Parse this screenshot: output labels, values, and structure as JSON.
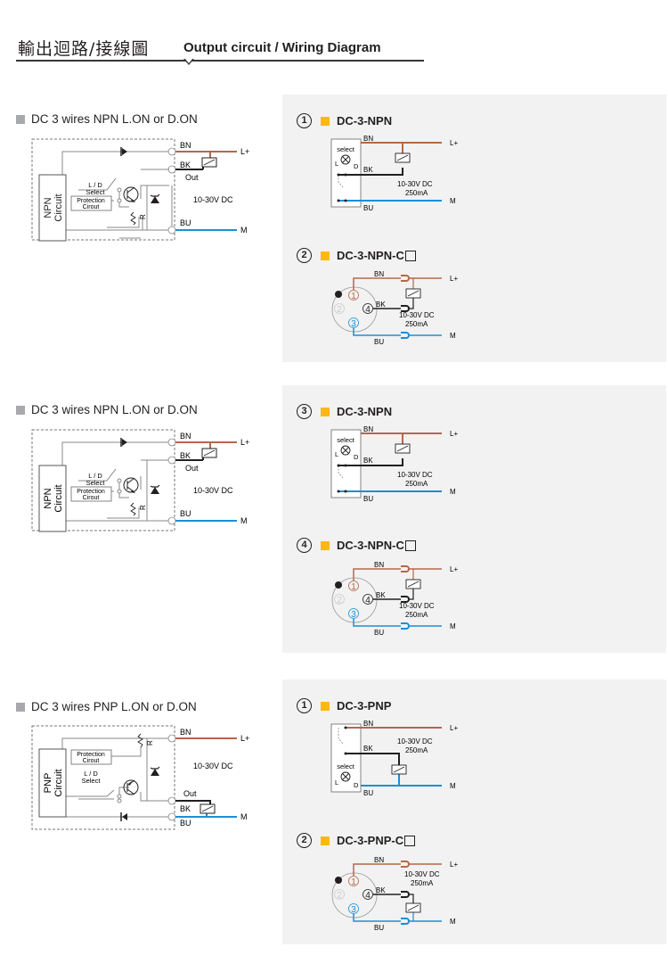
{
  "header": {
    "title_zh": "輸出迴路/接線圖",
    "title_en": "Output circuit / Wiring Diagram"
  },
  "colors": {
    "brown_wire": "#b4684a",
    "black_wire": "#231f20",
    "blue_wire": "#1b8fd6",
    "panel_bg": "#f2f2f2",
    "accent_square": "#fbb914",
    "section_square": "#a7a9ac"
  },
  "sections": [
    {
      "title": "DC 3 wires NPN L.ON or D.ON",
      "circuit": {
        "block_label_1": "NPN",
        "block_label_2": "Circuit",
        "select_label_1": "L / D",
        "select_label_2": "Select",
        "protection_1": "Protection",
        "protection_2": "Cirout",
        "resistor": "R",
        "bn": "BN",
        "bk": "BK",
        "out": "Out",
        "bu": "BU",
        "lplus": "L+",
        "m": "M",
        "voltage": "10-30V DC"
      },
      "items": [
        {
          "num": "1",
          "model": "DC-3-NPN",
          "connector": false,
          "labels": {
            "bn": "BN",
            "bk": "BK",
            "bu": "BU",
            "lplus": "L+",
            "m": "M",
            "select": "select",
            "l": "L",
            "d": "D",
            "voltage": "10-30V DC",
            "current": "250mA"
          }
        },
        {
          "num": "2",
          "model": "DC-3-NPN-C",
          "connector": true,
          "labels": {
            "bn": "BN",
            "bk": "BK",
            "bu": "BU",
            "lplus": "L+",
            "m": "M",
            "pin1": "1",
            "pin2": "2",
            "pin3": "3",
            "pin4": "4",
            "voltage": "10-30V DC",
            "current": "250mA"
          }
        }
      ]
    },
    {
      "title": "DC 3 wires NPN L.ON or D.ON",
      "circuit": {
        "block_label_1": "NPN",
        "block_label_2": "Circuit",
        "select_label_1": "L / D",
        "select_label_2": "Select",
        "protection_1": "Protection",
        "protection_2": "Cirout",
        "resistor": "R",
        "bn": "BN",
        "bk": "BK",
        "out": "Out",
        "bu": "BU",
        "lplus": "L+",
        "m": "M",
        "voltage": "10-30V DC"
      },
      "items": [
        {
          "num": "3",
          "model": "DC-3-NPN",
          "connector": false,
          "labels": {
            "bn": "BN",
            "bk": "BK",
            "bu": "BU",
            "lplus": "L+",
            "m": "M",
            "select": "select",
            "l": "L",
            "d": "D",
            "voltage": "10-30V DC",
            "current": "250mA"
          }
        },
        {
          "num": "4",
          "model": "DC-3-NPN-C",
          "connector": true,
          "labels": {
            "bn": "BN",
            "bk": "BK",
            "bu": "BU",
            "lplus": "L+",
            "m": "M",
            "pin1": "1",
            "pin2": "2",
            "pin3": "3",
            "pin4": "4",
            "voltage": "10-30V DC",
            "current": "250mA"
          }
        }
      ]
    },
    {
      "title": "DC 3 wires PNP L.ON or D.ON",
      "circuit": {
        "block_label_1": "PNP",
        "block_label_2": "Circuit",
        "select_label_1": "L / D",
        "select_label_2": "Select",
        "protection_1": "Protection",
        "protection_2": "Cirout",
        "resistor": "R",
        "bn": "BN",
        "bk": "BK",
        "out": "Out",
        "bu": "BU",
        "lplus": "L+",
        "m": "M",
        "voltage": "10-30V DC"
      },
      "items": [
        {
          "num": "1",
          "model": "DC-3-PNP",
          "connector": false,
          "labels": {
            "bn": "BN",
            "bk": "BK",
            "bu": "BU",
            "lplus": "L+",
            "m": "M",
            "select": "select",
            "l": "L",
            "d": "D",
            "voltage": "10-30V DC",
            "current": "250mA"
          }
        },
        {
          "num": "2",
          "model": "DC-3-PNP-C",
          "connector": true,
          "labels": {
            "bn": "BN",
            "bk": "BK",
            "bu": "BU",
            "lplus": "L+",
            "m": "M",
            "pin1": "1",
            "pin2": "2",
            "pin3": "3",
            "pin4": "4",
            "voltage": "10-30V DC",
            "current": "250mA"
          }
        }
      ]
    }
  ]
}
